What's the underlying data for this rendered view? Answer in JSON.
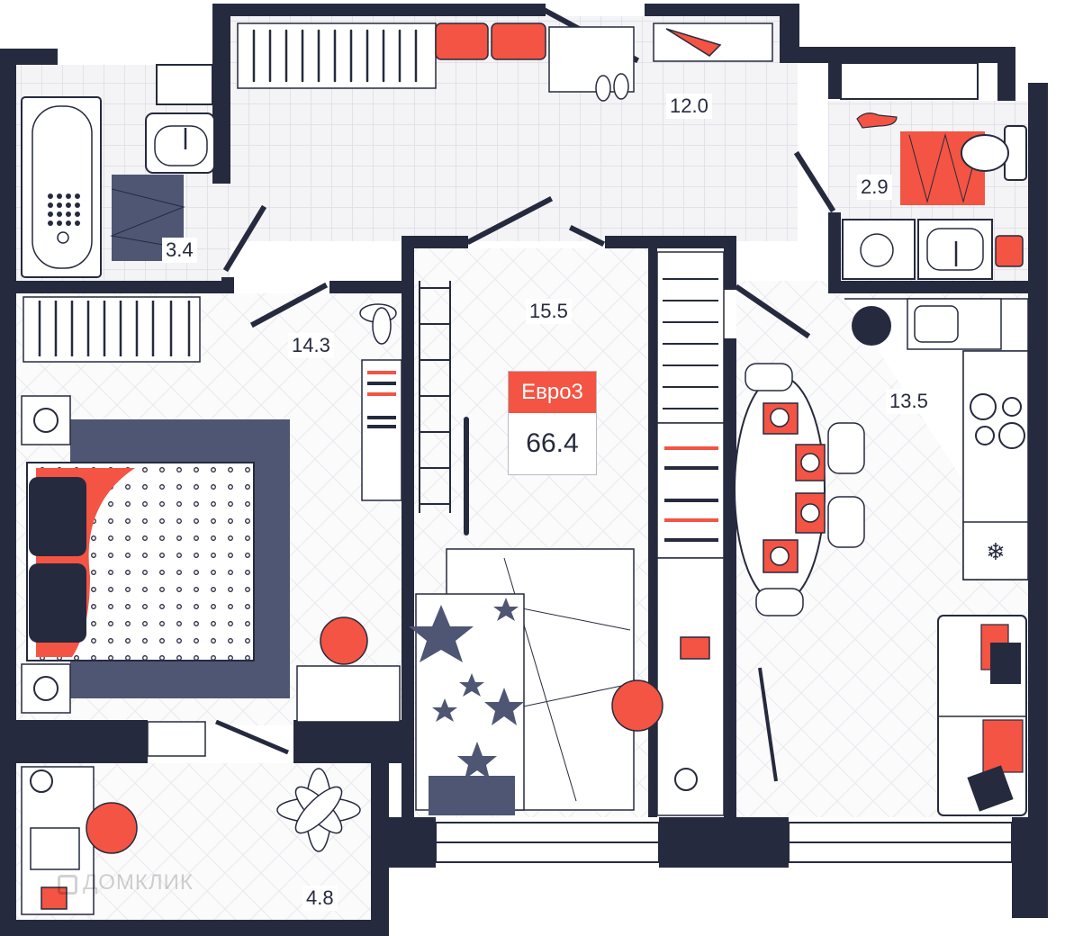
{
  "plan": {
    "type_label": "Евро3",
    "total_area": "66.4",
    "watermark": "ДОМКЛИК",
    "colors": {
      "wall": "#262a3e",
      "accent": "#f35443",
      "navy": "#4e5673",
      "floor_tile": "#dcdde3",
      "floor_bg": "#f4f4f6"
    }
  },
  "rooms": [
    {
      "id": "hall",
      "area": "12.0"
    },
    {
      "id": "bathroom",
      "area": "3.4"
    },
    {
      "id": "toilet",
      "area": "2.9"
    },
    {
      "id": "bedroom-main",
      "area": "14.3"
    },
    {
      "id": "bedroom-kids",
      "area": "15.5"
    },
    {
      "id": "kitchen-living",
      "area": "13.5"
    },
    {
      "id": "loggia",
      "area": "4.8"
    }
  ]
}
